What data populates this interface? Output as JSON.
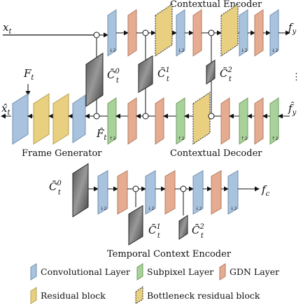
{
  "labels": {
    "contextual_encoder": "Contextual Encoder",
    "contextual_decoder": "Contextual Decoder",
    "frame_generator": "Frame Generator",
    "temporal_context_encoder": "Temporal Context Encoder",
    "x_t": "x",
    "x_t_sub": "t",
    "x_hat_t": "x̂",
    "x_hat_t_sub": "t",
    "F_t": "F",
    "F_t_sub": "t",
    "F_hat_t": "F̂",
    "F_hat_t_sub": "t",
    "f_y": "f",
    "f_y_sub": "y",
    "f_hat_y": "f̂",
    "f_hat_y_sub": "y",
    "f_c": "f",
    "f_c_sub": "c",
    "C0": "C̄",
    "C0_sup": "0",
    "C0_sub": "t",
    "C1": "C̄",
    "C1_sup": "1",
    "C1_sub": "t",
    "C2": "C̄",
    "C2_sup": "2",
    "C2_sub": "t",
    "down2": "↓2",
    "up2": "↑2",
    "dots": "⋮"
  },
  "legend": {
    "conv": "Convolutional Layer",
    "subpixel": "Subpixel Layer",
    "gdn": "GDN Layer",
    "residual": "Residual block",
    "bottleneck": "Bottleneck residual block"
  },
  "colors": {
    "conv": "#a9c3de",
    "subpixel": "#a9d19a",
    "gdn": "#e5ac92",
    "residual": "#e8d080",
    "bottleneck": "#e8d080"
  }
}
